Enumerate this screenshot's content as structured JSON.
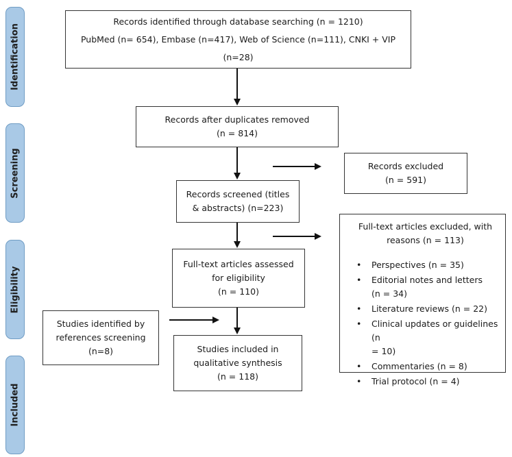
{
  "stages": {
    "identification": "Identification",
    "screening": "Screening",
    "eligibility": "Eligibility",
    "included": "Included"
  },
  "boxes": {
    "identified": {
      "line1": "Records identified through database searching (n = 1210)",
      "line2": "PubMed (n= 654), Embase (n=417), Web of Science (n=111), CNKI + VIP (n=28)"
    },
    "deduplicated": {
      "line1": "Records after duplicates removed",
      "line2": "(n = 814)"
    },
    "screened": {
      "line1": "Records screened (titles",
      "line2": "& abstracts) (n=223)"
    },
    "records_excluded": {
      "line1": "Records excluded",
      "line2": "(n = 591)"
    },
    "fulltext_assessed": {
      "line1": "Full-text articles assessed",
      "line2": "for eligibility",
      "line3": "(n = 110)"
    },
    "fulltext_excluded": {
      "line1": "Full-text articles excluded, with",
      "line2": "reasons (n = 113)",
      "reasons": [
        [
          "Perspectives (n = 35)"
        ],
        [
          "Editorial notes and letters",
          "(n = 34)"
        ],
        [
          "Literature reviews (n = 22)"
        ],
        [
          "Clinical updates or guidelines (n",
          "= 10)"
        ],
        [
          "Commentaries (n = 8)"
        ],
        [
          "Trial protocol (n = 4)"
        ]
      ]
    },
    "references": {
      "line1": "Studies identified by",
      "line2": "references screening",
      "line3": "(n=8)"
    },
    "included": {
      "line1": "Studies included in",
      "line2": "qualitative synthesis",
      "line3": "(n = 118)"
    }
  },
  "colors": {
    "stage_fill": "#a9c9e6",
    "stage_border": "#6f9cc4",
    "box_border": "#333333"
  }
}
